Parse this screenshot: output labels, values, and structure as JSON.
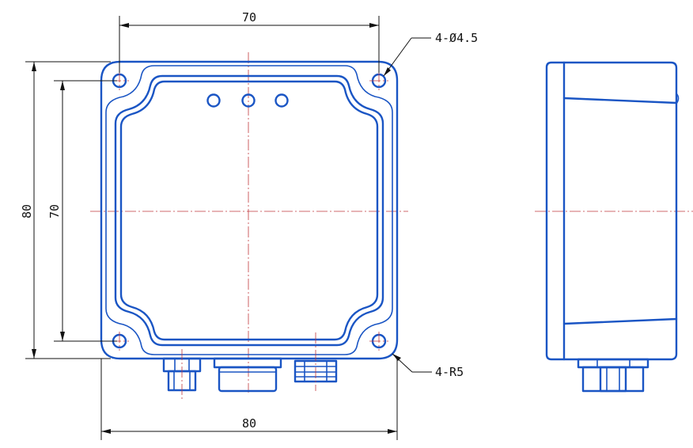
{
  "dimensions": {
    "top_width": "70",
    "bottom_width": "80",
    "outer_height": "80",
    "inner_height": "70",
    "hole_callout": "4-Ø4.5",
    "radius_callout": "4-R5"
  },
  "colors": {
    "part_line": "#1a55c4",
    "center_line": "#c0393d",
    "dimension_line": "#111111"
  }
}
